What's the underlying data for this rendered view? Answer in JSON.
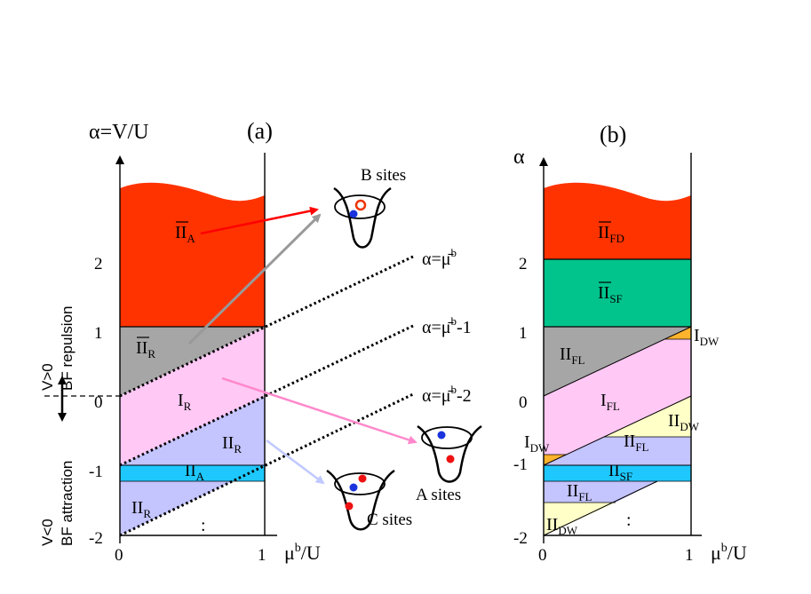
{
  "panel_a": {
    "tag": "(a)",
    "y_axis_label": "α=V/U",
    "x_axis_label": "μ",
    "x_axis_sup": "b",
    "x_axis_tail": "/U",
    "y_ticks": [
      "2",
      "1",
      "0",
      "-1",
      "-2"
    ],
    "x_ticks": [
      "0",
      "1"
    ],
    "side_repulsion": [
      "V>0",
      "BF repulsion"
    ],
    "side_attraction": [
      "V<0",
      "BF attraction"
    ],
    "lines": [
      {
        "pre": "α=",
        "mu": "μ̄",
        "sup": "b",
        "post": ""
      },
      {
        "pre": "α=",
        "mu": "μ̄",
        "sup": "b",
        "post": "-1"
      },
      {
        "pre": "α=",
        "mu": "μ̄",
        "sup": "b",
        "post": "-2"
      }
    ],
    "regions": {
      "top": {
        "main": "II",
        "sub": "A",
        "bar": true
      },
      "grey": {
        "main": "II",
        "sub": "R",
        "bar": true
      },
      "pink": {
        "main": "I",
        "sub": "R"
      },
      "lav": {
        "main": "II",
        "sub": "R"
      },
      "cyan": {
        "main": "II",
        "sub": "A"
      },
      "bottom": {
        "main": "II",
        "sub": "R"
      }
    },
    "dots": ":",
    "site_labels": {
      "b": "B sites",
      "a": "A sites",
      "c": "C sites"
    }
  },
  "panel_b": {
    "tag": "(b)",
    "y_axis_label": "α",
    "x_axis_label": "μ",
    "x_axis_sup": "b",
    "x_axis_tail": "/U",
    "y_ticks": [
      "2",
      "1",
      "0",
      "-1",
      "-2"
    ],
    "x_ticks": [
      "0",
      "1"
    ],
    "regions": {
      "fd": {
        "main": "II",
        "sub": "FD",
        "bar": true
      },
      "sf_top": {
        "main": "II",
        "sub": "SF",
        "bar": true
      },
      "fl_grey": {
        "main": "II",
        "sub": "FL",
        "bar": false
      },
      "idw_top": {
        "main": "I",
        "sub": "DW"
      },
      "ifl": {
        "main": "I",
        "sub": "FL"
      },
      "iidw_mid": {
        "main": "II",
        "sub": "DW"
      },
      "idw_left": {
        "main": "I",
        "sub": "DW"
      },
      "iifl_mid": {
        "main": "II",
        "sub": "FL"
      },
      "iisf": {
        "main": "II",
        "sub": "SF"
      },
      "iifl_low": {
        "main": "II",
        "sub": "FL"
      },
      "iidw_low": {
        "main": "II",
        "sub": "DW"
      }
    },
    "dots": ":"
  },
  "colors": {
    "red": "#ff3300",
    "green": "#00c48c",
    "grey": "#a6a6a6",
    "pink": "#ffc8f5",
    "lavender": "#c4c4ff",
    "cyan": "#1ec8ff",
    "yellow": "#ffffc8",
    "orange": "#ffb42d"
  }
}
